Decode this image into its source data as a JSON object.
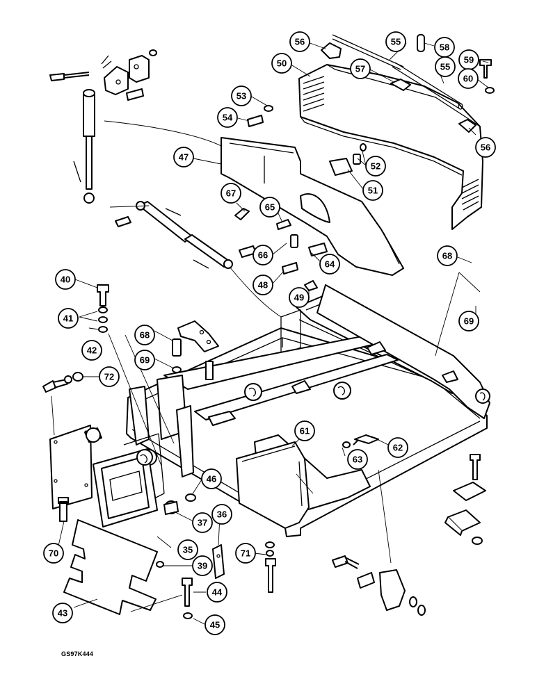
{
  "reference_code": "GS97K444",
  "callouts": [
    {
      "id": "c56a",
      "label": "56"
    },
    {
      "id": "c55a",
      "label": "55"
    },
    {
      "id": "c58",
      "label": "58"
    },
    {
      "id": "c50",
      "label": "50"
    },
    {
      "id": "c57",
      "label": "57"
    },
    {
      "id": "c55b",
      "label": "55"
    },
    {
      "id": "c59",
      "label": "59"
    },
    {
      "id": "c60",
      "label": "60"
    },
    {
      "id": "c53",
      "label": "53"
    },
    {
      "id": "c54",
      "label": "54"
    },
    {
      "id": "c56b",
      "label": "56"
    },
    {
      "id": "c47",
      "label": "47"
    },
    {
      "id": "c52",
      "label": "52"
    },
    {
      "id": "c51",
      "label": "51"
    },
    {
      "id": "c67",
      "label": "67"
    },
    {
      "id": "c65",
      "label": "65"
    },
    {
      "id": "c66",
      "label": "66"
    },
    {
      "id": "c64",
      "label": "64"
    },
    {
      "id": "c68a",
      "label": "68"
    },
    {
      "id": "c40",
      "label": "40"
    },
    {
      "id": "c48",
      "label": "48"
    },
    {
      "id": "c49",
      "label": "49"
    },
    {
      "id": "c41",
      "label": "41"
    },
    {
      "id": "c69a",
      "label": "69"
    },
    {
      "id": "c42",
      "label": "42"
    },
    {
      "id": "c68b",
      "label": "68"
    },
    {
      "id": "c69b",
      "label": "69"
    },
    {
      "id": "c72",
      "label": "72"
    },
    {
      "id": "c61",
      "label": "61"
    },
    {
      "id": "c62",
      "label": "62"
    },
    {
      "id": "c63",
      "label": "63"
    },
    {
      "id": "c46",
      "label": "46"
    },
    {
      "id": "c36",
      "label": "36"
    },
    {
      "id": "c37",
      "label": "37"
    },
    {
      "id": "c70",
      "label": "70"
    },
    {
      "id": "c35",
      "label": "35"
    },
    {
      "id": "c71",
      "label": "71"
    },
    {
      "id": "c39",
      "label": "39"
    },
    {
      "id": "c44",
      "label": "44"
    },
    {
      "id": "c43",
      "label": "43"
    },
    {
      "id": "c45",
      "label": "45"
    }
  ]
}
